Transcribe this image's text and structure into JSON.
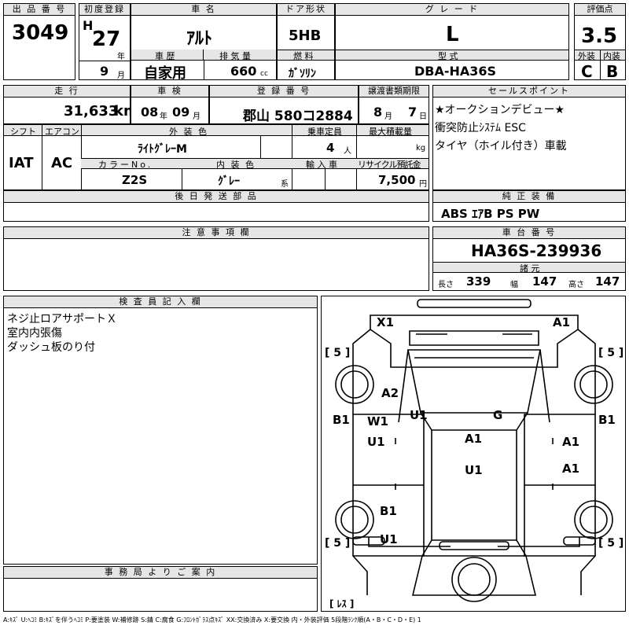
{
  "header_labels": {
    "lot_no": "出 品 番 号",
    "first_reg": "初度登録",
    "car_name": "車 名",
    "door": "ドア形状",
    "grade": "グ レ ー ド",
    "score": "評価点",
    "history": "車 歴",
    "displacement": "排 気 量",
    "fuel": "燃 料",
    "model": "型 式",
    "exterior": "外装",
    "interior": "内装",
    "mileage": "走 行",
    "inspection": "車 検",
    "reg_no": "登 録 番 号",
    "transfer": "譲渡書類期限",
    "sales_point": "セールスポイント",
    "shift": "シフト",
    "aircon": "エアコン",
    "ext_color": "外 装 色",
    "capacity": "乗車定員",
    "max_load": "最大積載量",
    "color_no": "カラーNo.",
    "int_color": "内 装 色",
    "import": "輸 入 車",
    "recycle": "リサイクル預託金",
    "later_parts": "後 日 発 送 部 品",
    "genuine": "純 正 装 備",
    "notes": "注 意 事 項 欄",
    "chassis": "車 台 番 号",
    "specs": "諸 元",
    "inspector": "検 査 員 記 入 欄",
    "office": "事 務 局 よ り ご 案 内"
  },
  "lot_no": "3049",
  "era": "H",
  "year": "27",
  "year_unit": "年",
  "month": "9",
  "month_unit": "月",
  "car_name": "ｱﾙﾄ",
  "door": "5HB",
  "grade": "L",
  "score": "3.5",
  "history": "自家用",
  "displacement": "660",
  "displacement_unit": "cc",
  "fuel": "ｶﾞｿﾘﾝ",
  "model": "DBA-HA36S",
  "ext_grade": "C",
  "int_grade": "B",
  "mileage": "31,633",
  "mileage_unit": "km",
  "insp_year": "08",
  "insp_year_unit": "年",
  "insp_month": "09",
  "insp_month_unit": "月",
  "reg_no": "郡山 580コ2884",
  "transfer_month": "8",
  "transfer_month_unit": "月",
  "transfer_day": "7",
  "transfer_day_unit": "日",
  "sales_points": [
    "★オークションデビュー★",
    "衝突防止ｼｽﾃﾑ ESC",
    "タイヤ（ホイル付き）車載"
  ],
  "shift": "IAT",
  "aircon": "AC",
  "ext_color": "ﾗｲﾄｸﾞﾚｰM",
  "capacity": "4",
  "capacity_unit": "人",
  "load_unit": "kg",
  "color_no": "Z2S",
  "int_color": "ｸﾞﾚｰ",
  "int_color_unit": "系",
  "recycle": "7,500",
  "recycle_unit": "円",
  "genuine": "ABS ｴｱB PS PW",
  "chassis": "HA36S-239936",
  "spec_len_label": "長さ",
  "spec_len": "339",
  "spec_wid_label": "幅",
  "spec_wid": "147",
  "spec_hei_label": "高さ",
  "spec_hei": "147",
  "inspector_notes": [
    "ネジ止ロアサポートＸ",
    "室内内張傷",
    "ダッシュ板のり付"
  ],
  "diagram": {
    "tread": "5",
    "spare": "ﾚｽ",
    "marks": {
      "x1": "X1",
      "a1_front_right": "A1",
      "a2": "A2",
      "u1_pillar": "U1",
      "g": "G",
      "b1_left": "B1",
      "w1": "W1",
      "u1_left_door": "U1",
      "a1_roof": "A1",
      "a1_right_door": "A1",
      "b1_right": "B1",
      "u1_roof_rear": "U1",
      "a1_right_rear": "A1",
      "b1_rear_left": "B1",
      "u1_rear_left": "U1"
    }
  },
  "legend": "A:ｷｽﾞ  U:ﾍｺﾐ  B:ｷｽﾞを伴うﾍｺﾐ  P:要塗装  W:補修跡  S:錆  C:腐食  G:ﾌﾛﾝﾄｶﾞﾗｽ点ｷｽﾞ  XX:交換済み  X:要交換   内・外装評価  5段階ﾗﾝｸ順(A・B・C・D・E) 1"
}
